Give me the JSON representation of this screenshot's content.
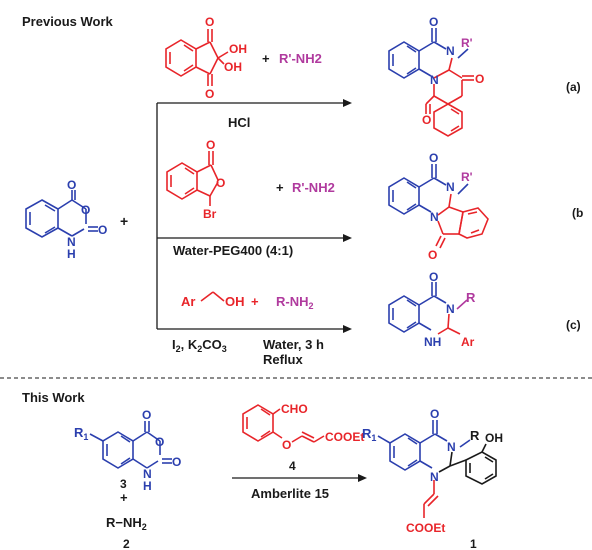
{
  "sections": {
    "previous": "Previous Work",
    "this": "This Work"
  },
  "colors": {
    "blue": "#2b3fae",
    "red": "#e8252a",
    "magenta": "#b03a9e",
    "black": "#1a1a1a"
  },
  "reactions": {
    "a": {
      "label": "(a)",
      "amine": "R'-NH2",
      "plus": "+",
      "condition": "HCl",
      "sub_r": "R'",
      "oh1": "OH",
      "oh2": "OH",
      "o_top": "O",
      "o_bot": "O",
      "p_o1": "O",
      "p_o2": "O",
      "p_o3": "O",
      "p_n1": "N",
      "p_n2": "N"
    },
    "b": {
      "label": "(b",
      "amine": "R'-NH2",
      "plus": "+",
      "condition": "Water-PEG400  (4:1)",
      "br": "Br",
      "o_ring": "O",
      "o_carb": "O",
      "sub_r": "R'",
      "p_o1": "O",
      "p_o2": "O",
      "p_n1": "N",
      "p_n2": "N"
    },
    "c": {
      "label": "(c)",
      "ar": "Ar",
      "oh": "OH",
      "plus": "+",
      "amine_r": "R",
      "amine_nh": "-NH",
      "amine_sub": "2",
      "cond_i": "I",
      "cond_i_sub": "2",
      "cond_k": ", K",
      "cond_k_sub": "2",
      "cond_co": "CO",
      "cond_co_sub": "3",
      "cond_water": "Water, 3 h",
      "cond_reflux": "Reflux",
      "p_o": "O",
      "p_n": "N",
      "p_r": "R",
      "p_nh": "NH",
      "p_ar": "Ar"
    }
  },
  "isatoic": {
    "o1": "O",
    "o2": "O",
    "o3": "O",
    "n": "N",
    "h": "H",
    "plus": "+"
  },
  "this_work": {
    "r1": "R",
    "r1_sub": "1",
    "o1": "O",
    "o2": "O",
    "o3": "O",
    "n": "N",
    "h": "H",
    "num3": "3",
    "plus": "+",
    "amine_r": "R",
    "amine_dash": "−NH",
    "amine_sub": "2",
    "num2": "2",
    "cho": "CHO",
    "o_ether": "O",
    "cooet": "COOEt",
    "num4": "4",
    "condition": "Amberlite 15",
    "p_r1": "R",
    "p_r1_sub": "1",
    "p_o": "O",
    "p_n3": "N",
    "p_r": "R",
    "p_oh": "OH",
    "p_n1": "N",
    "p_cooet": "COOEt",
    "num1": "1"
  }
}
